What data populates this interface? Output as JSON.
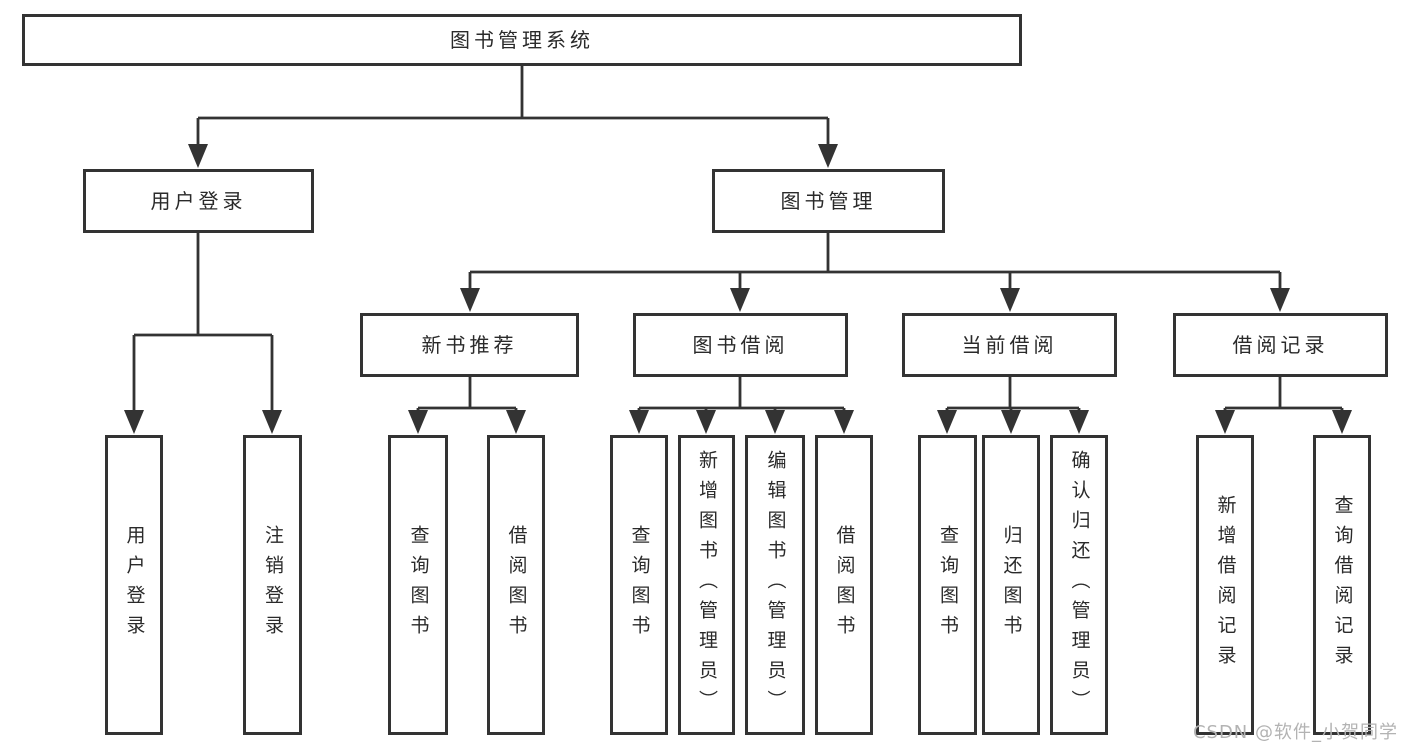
{
  "diagram": {
    "title": "图书管理系统",
    "watermark": "CSDN @软件_小贺同学"
  },
  "colors": {
    "bg": "#ffffff",
    "line": "#333333",
    "box-border": "#333333",
    "text": "#2a2a2a",
    "watermark": "#b3b3b3"
  },
  "nodes": {
    "root": {
      "label": "图书管理系统"
    },
    "userLogin": {
      "label": "用户登录"
    },
    "bookMgmt": {
      "label": "图书管理"
    },
    "newBook": {
      "label": "新书推荐"
    },
    "bookBorrow": {
      "label": "图书借阅"
    },
    "currentBorrow": {
      "label": "当前借阅"
    },
    "borrowRecords": {
      "label": "借阅记录"
    },
    "leafUserLogin": {
      "label": "用户登录"
    },
    "leafLogout": {
      "label": "注销登录"
    },
    "leafQueryBook1": {
      "label": "查询图书"
    },
    "leafBorrowBook1": {
      "label": "借阅图书"
    },
    "leafQueryBook2": {
      "label": "查询图书"
    },
    "leafAddBookAdmin": {
      "label": "新增图书（管理员）"
    },
    "leafEditBookAdmin": {
      "label": "编辑图书（管理员）"
    },
    "leafBorrowBook2": {
      "label": "借阅图书"
    },
    "leafQueryBook3": {
      "label": "查询图书"
    },
    "leafReturnBook": {
      "label": "归还图书"
    },
    "leafConfirmReturnAdmin": {
      "label": "确认归还（管理员）"
    },
    "leafAddBorrowRecord": {
      "label": "新增借阅记录"
    },
    "leafQueryBorrowRecord": {
      "label": "查询借阅记录"
    }
  },
  "edges": [
    [
      "root",
      "userLogin"
    ],
    [
      "root",
      "bookMgmt"
    ],
    [
      "userLogin",
      "leafUserLogin"
    ],
    [
      "userLogin",
      "leafLogout"
    ],
    [
      "bookMgmt",
      "newBook"
    ],
    [
      "bookMgmt",
      "bookBorrow"
    ],
    [
      "bookMgmt",
      "currentBorrow"
    ],
    [
      "bookMgmt",
      "borrowRecords"
    ],
    [
      "newBook",
      "leafQueryBook1"
    ],
    [
      "newBook",
      "leafBorrowBook1"
    ],
    [
      "bookBorrow",
      "leafQueryBook2"
    ],
    [
      "bookBorrow",
      "leafAddBookAdmin"
    ],
    [
      "bookBorrow",
      "leafEditBookAdmin"
    ],
    [
      "bookBorrow",
      "leafBorrowBook2"
    ],
    [
      "currentBorrow",
      "leafQueryBook3"
    ],
    [
      "currentBorrow",
      "leafReturnBook"
    ],
    [
      "currentBorrow",
      "leafConfirmReturnAdmin"
    ],
    [
      "borrowRecords",
      "leafAddBorrowRecord"
    ],
    [
      "borrowRecords",
      "leafQueryBorrowRecord"
    ]
  ]
}
